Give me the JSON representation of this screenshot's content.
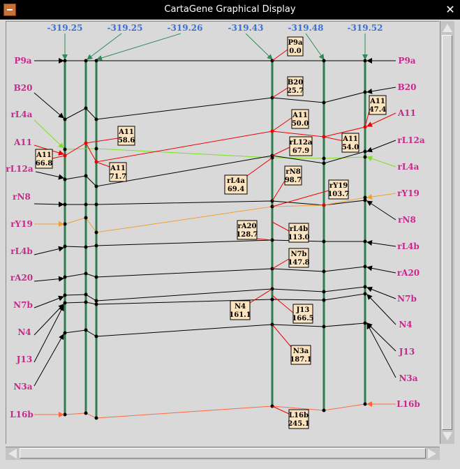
{
  "window": {
    "title": "CartaGene Graphical Display"
  },
  "colors": {
    "map_line": "#2e7d4f",
    "score": "#3a6fd8",
    "marker_label": "#c8288c"
  },
  "maps": [
    {
      "score": "-319.25"
    },
    {
      "score": "-319.25"
    },
    {
      "score": "-319.26"
    },
    {
      "score": "-319.43"
    },
    {
      "score": "-319.48"
    },
    {
      "score": "-319.52"
    }
  ],
  "left_labels": [
    "P9a",
    "B20",
    "rL4a",
    "A11",
    "rL12a",
    "rN8",
    "rY19",
    "rL4b",
    "rA20",
    "N7b",
    "N4",
    "J13",
    "N3a",
    "L16b"
  ],
  "right_labels": [
    "P9a",
    "B20",
    "A11",
    "rL12a",
    "rL4a",
    "rY19",
    "rN8",
    "rL4b",
    "rA20",
    "N7b",
    "N4",
    "J13",
    "N3a",
    "L16b"
  ],
  "boxes": [
    {
      "name": "P9a",
      "pos": "0.0"
    },
    {
      "name": "B20",
      "pos": "25.7"
    },
    {
      "name": "A11",
      "pos": "50.0"
    },
    {
      "name": "rL12a",
      "pos": "67.9"
    },
    {
      "name": "rL4a",
      "pos": "69.4"
    },
    {
      "name": "rN8",
      "pos": "98.7"
    },
    {
      "name": "rY19",
      "pos": "103.7"
    },
    {
      "name": "rA20",
      "pos": "128.7"
    },
    {
      "name": "rL4b",
      "pos": "113.0"
    },
    {
      "name": "N7b",
      "pos": "147.8"
    },
    {
      "name": "N4",
      "pos": "161.1"
    },
    {
      "name": "J13",
      "pos": "166.5"
    },
    {
      "name": "N3a",
      "pos": "187.1"
    },
    {
      "name": "L16b",
      "pos": "245.1"
    },
    {
      "name": "A11",
      "pos": "58.6"
    },
    {
      "name": "A11",
      "pos": "71.7"
    },
    {
      "name": "A11",
      "pos": "66.8"
    },
    {
      "name": "A11",
      "pos": "54.0"
    },
    {
      "name": "A11",
      "pos": "47.4"
    }
  ]
}
